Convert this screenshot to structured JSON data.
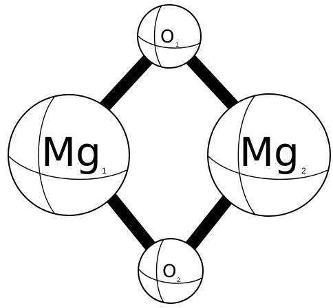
{
  "colors": {
    "bond": "#000000",
    "atom_fill": "#ffffff",
    "outline": "#000000"
  },
  "atoms": {
    "mg1": {
      "symbol": "Mg",
      "index": "1"
    },
    "mg2": {
      "symbol": "Mg",
      "index": "2"
    },
    "o1": {
      "symbol": "O",
      "index": "1"
    },
    "o2": {
      "symbol": "O",
      "index": "2"
    }
  }
}
